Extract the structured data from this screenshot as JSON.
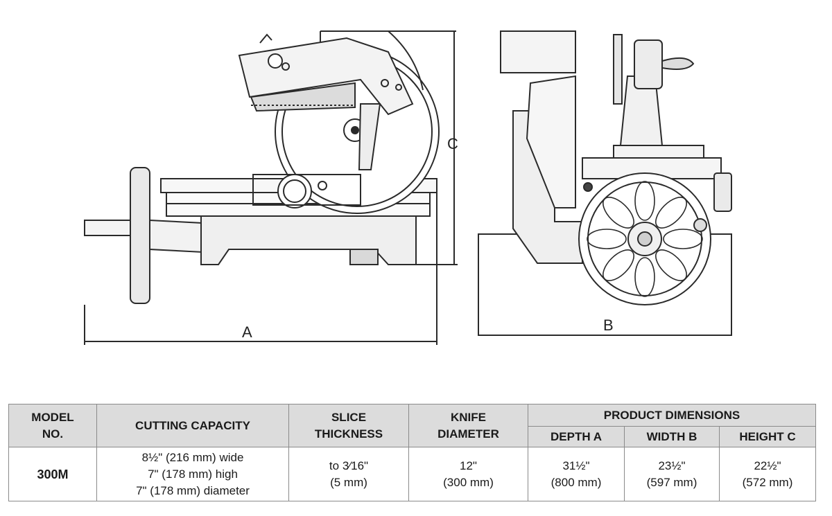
{
  "diagram": {
    "labels": {
      "a": "A",
      "b": "B",
      "c": "C"
    }
  },
  "table": {
    "headers": {
      "model": [
        "MODEL",
        "NO."
      ],
      "cutting_capacity": "CUTTING CAPACITY",
      "slice_thickness": [
        "SLICE",
        "THICKNESS"
      ],
      "knife_diameter": [
        "KNIFE",
        "DIAMETER"
      ],
      "product_dimensions": "PRODUCT DIMENSIONS",
      "depth_a": "DEPTH A",
      "width_b": "WIDTH B",
      "height_c": "HEIGHT C"
    },
    "row": {
      "model": "300M",
      "cutting_capacity": [
        "8½\" (216 mm) wide",
        "7\" (178 mm) high",
        "7\" (178 mm) diameter"
      ],
      "slice_thickness": [
        "to 3⁄16\"",
        "(5 mm)"
      ],
      "knife_diameter": [
        "12\"",
        "(300 mm)"
      ],
      "depth_a": [
        "31½\"",
        "(800 mm)"
      ],
      "width_b": [
        "23½\"",
        "(597 mm)"
      ],
      "height_c": [
        "22½\"",
        "(572 mm)"
      ]
    }
  }
}
